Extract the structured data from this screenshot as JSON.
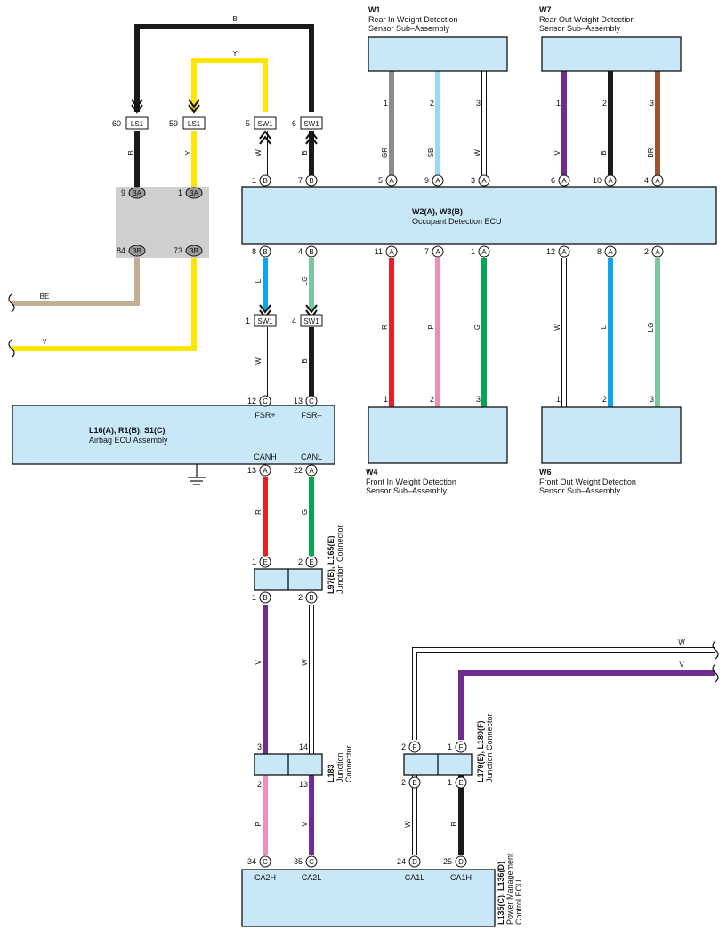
{
  "colors": {
    "B": "#1a1a1a",
    "Y": "#ffe600",
    "W": "#ffffff",
    "GR": "#8c8c8c",
    "SB": "#99d9f5",
    "V": "#6f2c91",
    "BR": "#a0522d",
    "L": "#0aa5ee",
    "LG": "#7ac79a",
    "R": "#ed1c24",
    "P": "#f08cb8",
    "G": "#00a651",
    "BE": "#c2ad96",
    "box": "#c9e8f7",
    "splice": "#cfcfcf"
  },
  "components": {
    "w1": {
      "code": "W1",
      "name1": "Rear In Weight Detection",
      "name2": "Sensor Sub–Assembly"
    },
    "w7": {
      "code": "W7",
      "name1": "Rear Out Weight Detection",
      "name2": "Sensor Sub–Assembly"
    },
    "w4": {
      "code": "W4",
      "name1": "Front In Weight Detection",
      "name2": "Sensor Sub–Assembly"
    },
    "w6": {
      "code": "W6",
      "name1": "Front Out Weight Detection",
      "name2": "Sensor Sub–Assembly"
    },
    "ecu": {
      "code": "W2(A), W3(B)",
      "name": "Occupant Detection ECU"
    },
    "airbag": {
      "code": "L16(A), R1(B), S1(C)",
      "name": "Airbag ECU Assembly"
    },
    "jc1": {
      "code": "L97(B), L165(E)",
      "name": "Junction Connector"
    },
    "jc2": {
      "code": "L183",
      "name1": "Junction",
      "name2": "Connector"
    },
    "jc3": {
      "code": "L179(E), L180(F)",
      "name": "Junction Connector"
    },
    "pm": {
      "code": "L135(C), L136(D)",
      "name1": "Power Management",
      "name2": "Control ECU"
    }
  },
  "connectors": {
    "ls1_a": "LS1",
    "ls1_b": "LS1",
    "sw1_a": "SW1",
    "sw1_b": "SW1",
    "sw1_c": "SW1",
    "sw1_d": "SW1"
  },
  "pins": {
    "n60": "60",
    "n59": "59",
    "n5": "5",
    "n6": "6",
    "n9a": "9",
    "n1a": "1",
    "t3a1": "3A",
    "t3a2": "3A",
    "n84": "84",
    "n73": "73",
    "t3b1": "3B",
    "t3b2": "3B",
    "e1": "1",
    "e7": "7",
    "e5": "5",
    "e9": "9",
    "e3": "3",
    "e6": "6",
    "e10": "10",
    "e4": "4",
    "eb8": "8",
    "eb4": "4",
    "eb11": "11",
    "eb7": "7",
    "eb1": "1",
    "eb12": "12",
    "eb8b": "8",
    "eb2": "2",
    "w1p1": "1",
    "w1p2": "2",
    "w1p3": "3",
    "w7p1": "1",
    "w7p2": "2",
    "w7p3": "3",
    "w4p1": "1",
    "w4p2": "2",
    "w4p3": "3",
    "w6p1": "1",
    "w6p2": "2",
    "w6p3": "3",
    "sw1n1": "1",
    "sw1n4": "4",
    "ab12": "12",
    "ab13": "13",
    "ab13b": "13",
    "ab22": "22",
    "jc1a": "1",
    "jc1b": "2",
    "jc1c": "1",
    "jc1d": "2",
    "jc2a": "3",
    "jc2b": "14",
    "jc2c": "2",
    "jc2d": "13",
    "jc3a": "2",
    "jc3b": "1",
    "jc3c": "2",
    "jc3d": "1",
    "pm34": "34",
    "pm35": "35",
    "pm24": "24",
    "pm25": "25"
  },
  "letters": {
    "A": "A",
    "B": "B",
    "C": "C",
    "D": "D",
    "E": "E",
    "F": "F"
  },
  "signals": {
    "fsrp": "FSR+",
    "fsrm": "FSR–",
    "canh": "CANH",
    "canl": "CANL",
    "ca2h": "CA2H",
    "ca2l": "CA2L",
    "ca1l": "CA1L",
    "ca1h": "CA1H"
  },
  "wire_labels": {
    "b_top": "B",
    "y_top": "Y",
    "b_ls1": "B",
    "y_ls1": "Y",
    "w_sw1": "W",
    "b_sw1": "B",
    "gr": "GR",
    "sb": "SB",
    "w_w1": "W",
    "v_w7": "V",
    "b_w7": "B",
    "br": "BR",
    "be": "BE",
    "y_left": "Y",
    "l_a": "L",
    "lg_a": "LG",
    "w_b": "W",
    "b_b": "B",
    "r_w4": "R",
    "p_w4": "P",
    "g_w4": "G",
    "w_w6": "W",
    "l_w6": "L",
    "lg_w6": "LG",
    "r_can": "R",
    "g_can": "G",
    "v_mid": "V",
    "w_mid": "W",
    "p_low": "P",
    "v_low": "V",
    "w_low": "W",
    "b_low": "B",
    "w_right": "W",
    "v_right": "V"
  }
}
